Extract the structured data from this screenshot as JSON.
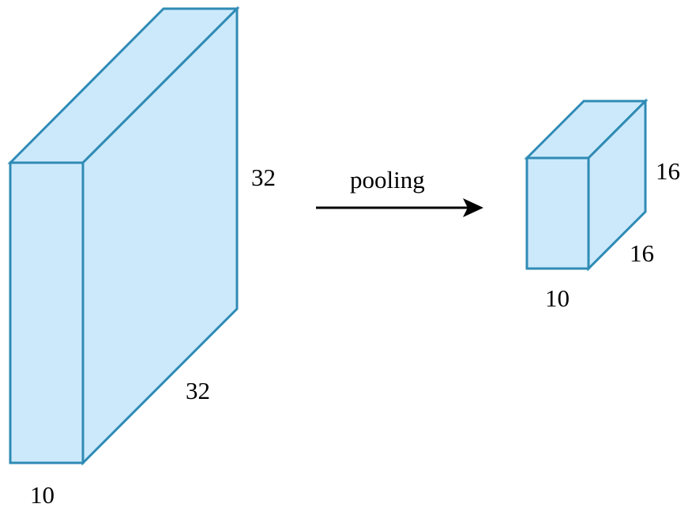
{
  "colors": {
    "fill": "#cce9fb",
    "stroke": "#2f8bb5",
    "text": "#000000",
    "arrow": "#000000"
  },
  "input_volume": {
    "depth_label": "10",
    "height_label": "32",
    "width_label": "32"
  },
  "operation": {
    "label": "pooling"
  },
  "output_volume": {
    "depth_label": "10",
    "height_label": "16",
    "width_label": "16"
  }
}
